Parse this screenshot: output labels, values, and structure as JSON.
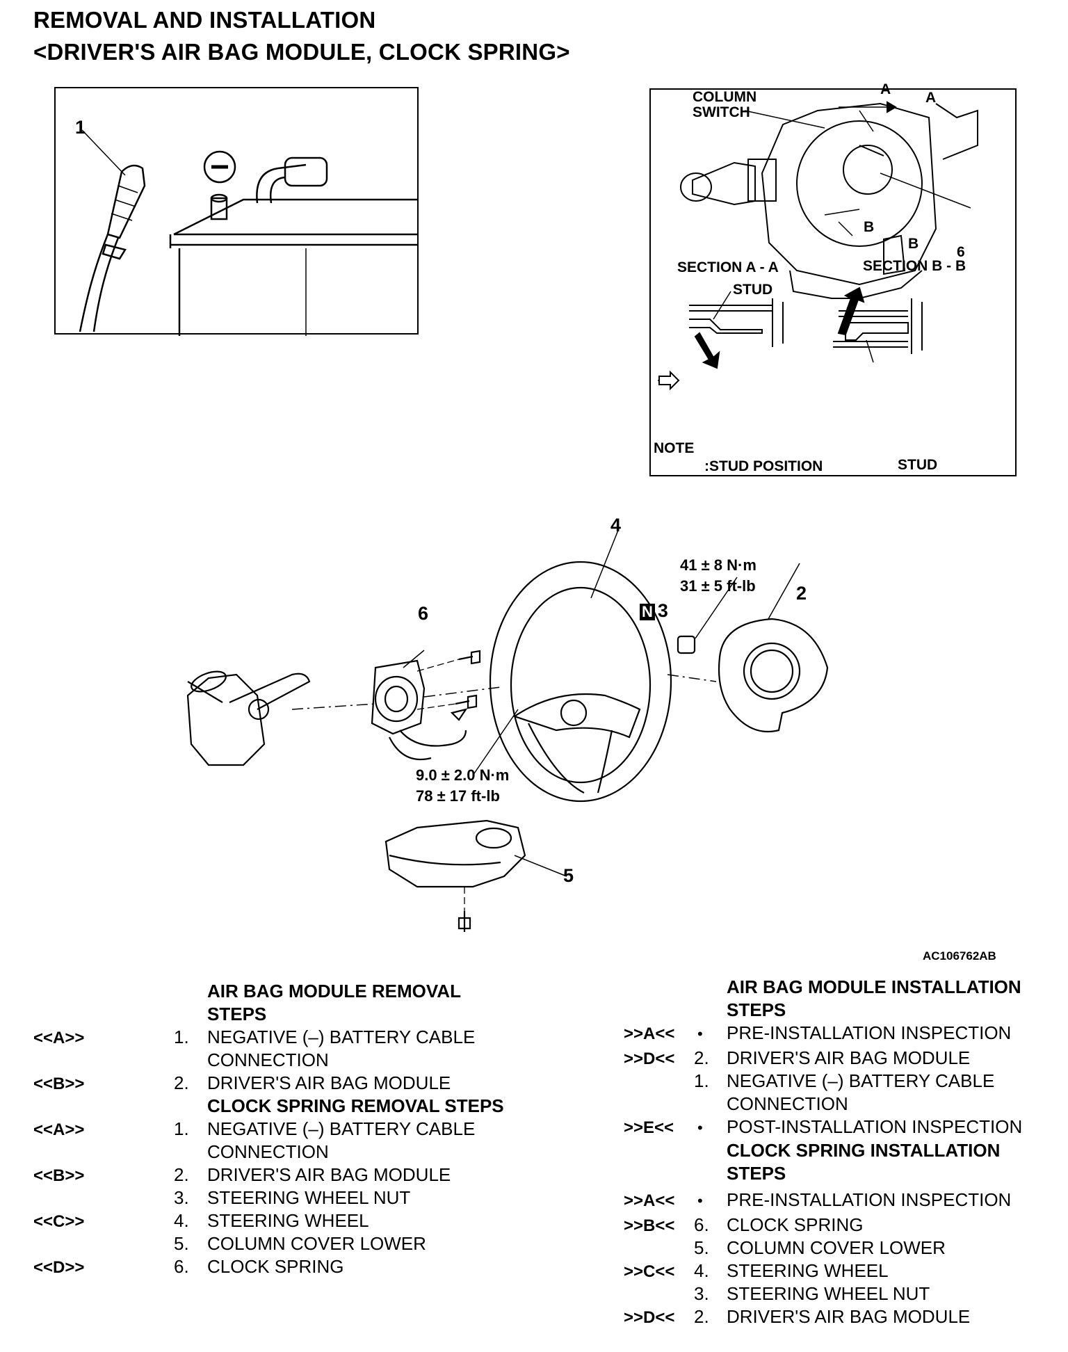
{
  "header": {
    "title_line1": "REMOVAL AND INSTALLATION",
    "title_line2": "<DRIVER'S AIR BAG MODULE, CLOCK SPRING>"
  },
  "figure1": {
    "callout_1": "1"
  },
  "figure2": {
    "column_switch": "COLUMN\nSWITCH",
    "label_a1": "A",
    "label_a2": "A",
    "label_b1": "B",
    "label_b2": "B",
    "callout_6": "6",
    "section_aa": "SECTION A - A",
    "section_bb": "SECTION B - B",
    "stud_top": "STUD",
    "stud_bottom": "STUD",
    "note": "NOTE",
    "stud_position": ":STUD POSITION"
  },
  "main_diagram": {
    "callout_4": "4",
    "callout_2": "2",
    "callout_3": "3",
    "callout_n_badge": "N",
    "callout_6": "6",
    "callout_5": "5",
    "torque_nut_nm": "41 ± 8 N·m",
    "torque_nut_ftlb": "31 ± 5 ft-lb",
    "torque_screw_nm": "9.0 ± 2.0 N·m",
    "torque_screw_ftlb": "78 ± 17 ft-lb",
    "figure_code": "AC106762AB"
  },
  "removal": {
    "heading_airbag_1": "AIR BAG MODULE REMOVAL",
    "heading_airbag_2": "STEPS",
    "heading_clock": "CLOCK SPRING REMOVAL STEPS",
    "rows": [
      {
        "code": "<<A>>",
        "num": "1.",
        "line1": "NEGATIVE (–) BATTERY CABLE",
        "line2": "CONNECTION"
      },
      {
        "code": "<<B>>",
        "num": "2.",
        "line1": "DRIVER'S AIR BAG MODULE"
      },
      {
        "code": "<<A>>",
        "num": "1.",
        "line1": "NEGATIVE (–) BATTERY CABLE",
        "line2": "CONNECTION"
      },
      {
        "code": "<<B>>",
        "num": "2.",
        "line1": "DRIVER'S AIR BAG MODULE"
      },
      {
        "code": "",
        "num": "3.",
        "line1": "STEERING WHEEL NUT"
      },
      {
        "code": "<<C>>",
        "num": "4.",
        "line1": "STEERING WHEEL"
      },
      {
        "code": "",
        "num": "5.",
        "line1": "COLUMN COVER LOWER"
      },
      {
        "code": "<<D>>",
        "num": "6.",
        "line1": "CLOCK SPRING"
      }
    ]
  },
  "installation": {
    "heading_airbag_1": "AIR BAG MODULE INSTALLATION",
    "heading_airbag_2": "STEPS",
    "heading_clock_1": "CLOCK SPRING INSTALLATION",
    "heading_clock_2": "STEPS",
    "bullet": "•",
    "rows": [
      {
        "code": ">>A<<",
        "num": "•",
        "line1": "PRE-INSTALLATION INSPECTION"
      },
      {
        "code": ">>D<<",
        "num": "2.",
        "line1": "DRIVER'S AIR BAG MODULE"
      },
      {
        "code": "",
        "num": "1.",
        "line1": "NEGATIVE (–) BATTERY CABLE",
        "line2": "CONNECTION"
      },
      {
        "code": ">>E<<",
        "num": "•",
        "line1": "POST-INSTALLATION INSPECTION"
      },
      {
        "code": ">>A<<",
        "num": "•",
        "line1": "PRE-INSTALLATION INSPECTION"
      },
      {
        "code": ">>B<<",
        "num": "6.",
        "line1": "CLOCK SPRING"
      },
      {
        "code": "",
        "num": "5.",
        "line1": "COLUMN COVER LOWER"
      },
      {
        "code": ">>C<<",
        "num": "4.",
        "line1": "STEERING WHEEL"
      },
      {
        "code": "",
        "num": "3.",
        "line1": "STEERING WHEEL NUT"
      },
      {
        "code": ">>D<<",
        "num": "2.",
        "line1": "DRIVER'S AIR BAG MODULE"
      }
    ]
  }
}
